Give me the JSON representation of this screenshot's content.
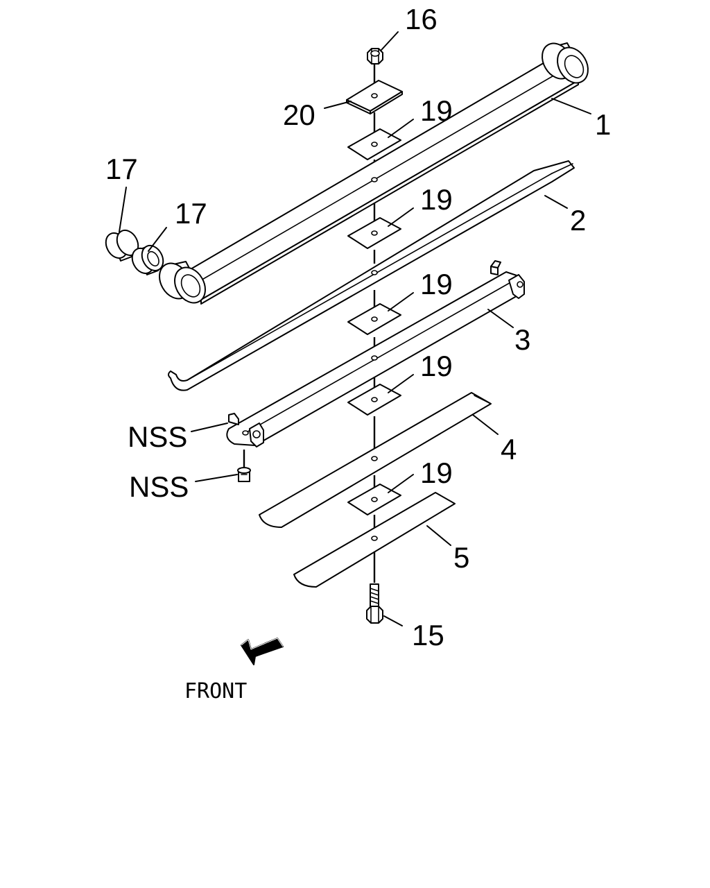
{
  "diagram": {
    "callouts": {
      "part_16": "16",
      "part_20": "20",
      "part_19_a": "19",
      "part_19_b": "19",
      "part_19_c": "19",
      "part_19_d": "19",
      "part_19_e": "19",
      "part_1": "1",
      "part_2": "2",
      "part_3": "3",
      "part_4": "4",
      "part_5": "5",
      "part_15": "15",
      "part_17_a": "17",
      "part_17_b": "17",
      "nss_a": "NSS",
      "nss_b": "NSS"
    },
    "direction_label": "FRONT"
  }
}
